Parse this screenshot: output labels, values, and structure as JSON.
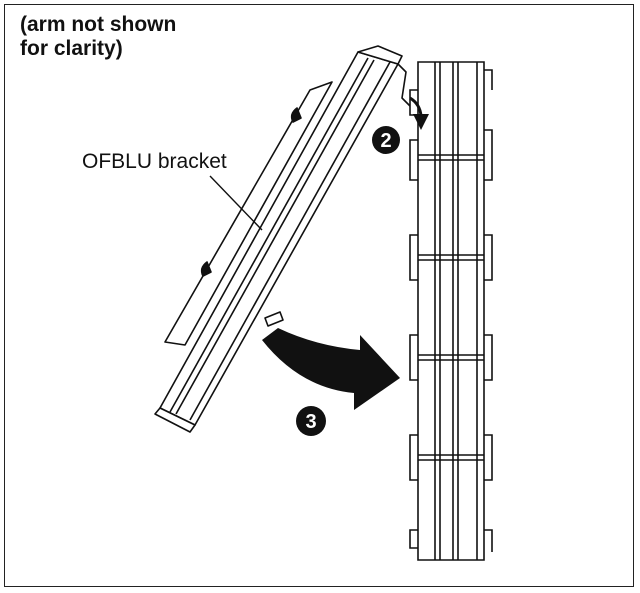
{
  "note": {
    "line1": "(arm not shown",
    "line2": "for clarity)"
  },
  "labels": {
    "bracket": "OFBLU bracket"
  },
  "callouts": {
    "step2": "2",
    "step3": "3"
  },
  "colors": {
    "ink": "#111111",
    "background": "#ffffff"
  }
}
